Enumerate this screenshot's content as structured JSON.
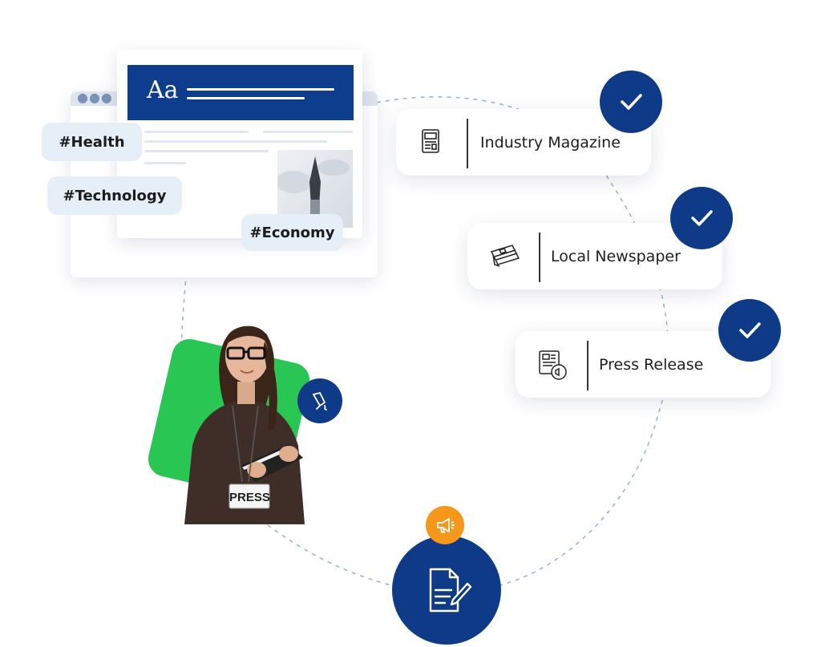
{
  "article_card": {
    "headline_glyph": "Aa"
  },
  "tags": [
    "#Health",
    "#Technology",
    "#Economy"
  ],
  "cards": [
    {
      "label": "Industry Magazine",
      "icon": "magazine-icon"
    },
    {
      "label": "Local Newspaper",
      "icon": "newspaper-icon"
    },
    {
      "label": "Press Release",
      "icon": "press-release-icon"
    }
  ],
  "journalist": {
    "badge_text": "PRESS",
    "pen_icon": "pen-nib-icon"
  },
  "bottom": {
    "megaphone_icon": "megaphone-icon",
    "document_icon": "document-edit-icon"
  },
  "colors": {
    "navy": "#0f3a87",
    "green": "#29c653",
    "orange": "#f4971b",
    "tag_bg": "#e6eef7"
  }
}
